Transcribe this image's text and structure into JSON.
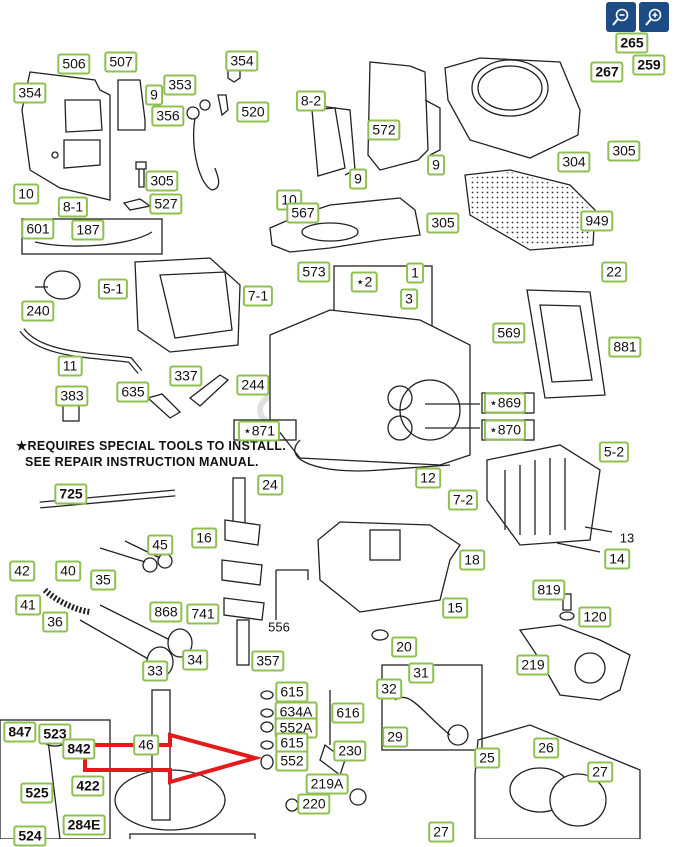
{
  "toolbar": {
    "zoom_out_icon": "zoom-out-magnifier",
    "zoom_in_icon": "zoom-in-magnifier",
    "button_color": "#1c4b86"
  },
  "note": {
    "line1": "★REQUIRES SPECIAL TOOLS TO INSTALL.",
    "line2": "SEE REPAIR INSTRUCTION MANUAL."
  },
  "label_border_color": "#8dc04f",
  "arrow_color": "#e3191c",
  "parts": [
    {
      "id": "265",
      "text": "265",
      "bold": true
    },
    {
      "id": "267",
      "text": "267",
      "bold": true
    },
    {
      "id": "259",
      "text": "259",
      "bold": true
    },
    {
      "id": "506",
      "text": "506"
    },
    {
      "id": "507",
      "text": "507"
    },
    {
      "id": "354a",
      "text": "354"
    },
    {
      "id": "353",
      "text": "353"
    },
    {
      "id": "9a",
      "text": "9"
    },
    {
      "id": "354b",
      "text": "354"
    },
    {
      "id": "356",
      "text": "356"
    },
    {
      "id": "520",
      "text": "520"
    },
    {
      "id": "305a",
      "text": "305"
    },
    {
      "id": "527",
      "text": "527"
    },
    {
      "id": "10a",
      "text": "10"
    },
    {
      "id": "8-1",
      "text": "8-1"
    },
    {
      "id": "601",
      "text": "601"
    },
    {
      "id": "187",
      "text": "187"
    },
    {
      "id": "8-2",
      "text": "8-2"
    },
    {
      "id": "572",
      "text": "572"
    },
    {
      "id": "9b",
      "text": "9"
    },
    {
      "id": "9c",
      "text": "9"
    },
    {
      "id": "304",
      "text": "304"
    },
    {
      "id": "305b",
      "text": "305"
    },
    {
      "id": "10b",
      "text": "10"
    },
    {
      "id": "567",
      "text": "567"
    },
    {
      "id": "305c",
      "text": "305"
    },
    {
      "id": "949",
      "text": "949"
    },
    {
      "id": "573",
      "text": "573"
    },
    {
      "id": "1",
      "text": "1"
    },
    {
      "id": "2",
      "text": "⋆2"
    },
    {
      "id": "3",
      "text": "3"
    },
    {
      "id": "22",
      "text": "22"
    },
    {
      "id": "240",
      "text": "240"
    },
    {
      "id": "5-1",
      "text": "5-1"
    },
    {
      "id": "7-1",
      "text": "7-1"
    },
    {
      "id": "569",
      "text": "569"
    },
    {
      "id": "881",
      "text": "881"
    },
    {
      "id": "11",
      "text": "11"
    },
    {
      "id": "337",
      "text": "337"
    },
    {
      "id": "244",
      "text": "244"
    },
    {
      "id": "635",
      "text": "635"
    },
    {
      "id": "383",
      "text": "383"
    },
    {
      "id": "869",
      "text": "⋆869"
    },
    {
      "id": "870",
      "text": "⋆870"
    },
    {
      "id": "871",
      "text": "⋆871"
    },
    {
      "id": "12",
      "text": "12"
    },
    {
      "id": "5-2",
      "text": "5-2"
    },
    {
      "id": "7-2",
      "text": "7-2"
    },
    {
      "id": "725",
      "text": "725",
      "bold": true
    },
    {
      "id": "24",
      "text": "24"
    },
    {
      "id": "16",
      "text": "16"
    },
    {
      "id": "45",
      "text": "45"
    },
    {
      "id": "18",
      "text": "18"
    },
    {
      "id": "14",
      "text": "14"
    },
    {
      "id": "42",
      "text": "42"
    },
    {
      "id": "40",
      "text": "40"
    },
    {
      "id": "35",
      "text": "35"
    },
    {
      "id": "41",
      "text": "41"
    },
    {
      "id": "36",
      "text": "36"
    },
    {
      "id": "868",
      "text": "868"
    },
    {
      "id": "741",
      "text": "741"
    },
    {
      "id": "15",
      "text": "15"
    },
    {
      "id": "819",
      "text": "819"
    },
    {
      "id": "120",
      "text": "120"
    },
    {
      "id": "20",
      "text": "20"
    },
    {
      "id": "33",
      "text": "33"
    },
    {
      "id": "34",
      "text": "34"
    },
    {
      "id": "357",
      "text": "357"
    },
    {
      "id": "219",
      "text": "219"
    },
    {
      "id": "31",
      "text": "31"
    },
    {
      "id": "32",
      "text": "32"
    },
    {
      "id": "29",
      "text": "29"
    },
    {
      "id": "615a",
      "text": "615"
    },
    {
      "id": "634A",
      "text": "634A"
    },
    {
      "id": "552A",
      "text": "552A"
    },
    {
      "id": "615b",
      "text": "615"
    },
    {
      "id": "552",
      "text": "552"
    },
    {
      "id": "616",
      "text": "616"
    },
    {
      "id": "230",
      "text": "230"
    },
    {
      "id": "219A",
      "text": "219A"
    },
    {
      "id": "220",
      "text": "220"
    },
    {
      "id": "25",
      "text": "25"
    },
    {
      "id": "26",
      "text": "26"
    },
    {
      "id": "27a",
      "text": "27"
    },
    {
      "id": "27b",
      "text": "27"
    },
    {
      "id": "847",
      "text": "847",
      "bold": true
    },
    {
      "id": "523",
      "text": "523",
      "bold": true
    },
    {
      "id": "842",
      "text": "842",
      "bold": true
    },
    {
      "id": "46",
      "text": "46"
    },
    {
      "id": "422",
      "text": "422",
      "bold": true
    },
    {
      "id": "525",
      "text": "525",
      "bold": true
    },
    {
      "id": "284E",
      "text": "284E",
      "bold": true
    },
    {
      "id": "524",
      "text": "524",
      "bold": true
    }
  ],
  "plain_labels": [
    {
      "id": "13",
      "text": "13"
    },
    {
      "id": "556",
      "text": "556"
    }
  ]
}
